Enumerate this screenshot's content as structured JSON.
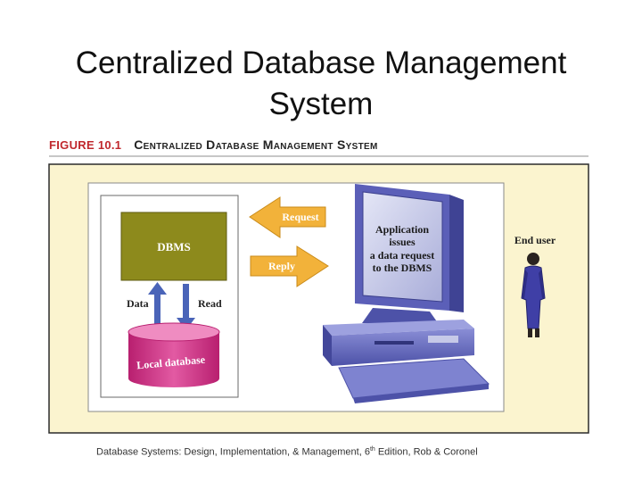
{
  "slide": {
    "title": "Centralized Database Management System"
  },
  "figure": {
    "number": "FIGURE 10.1",
    "title": "Centralized Database Management System"
  },
  "diagram": {
    "dbms_label": "DBMS",
    "data_label": "Data",
    "read_label": "Read",
    "local_db_label": "Local database",
    "request_label": "Request",
    "reply_label": "Reply",
    "screen_lines": [
      "Application",
      "issues",
      "a data request",
      "to the DBMS"
    ],
    "end_user_label": "End user"
  },
  "colors": {
    "panel_bg": "#fbf4cf",
    "panel_border": "#2b2b2b",
    "dbms_fill": "#8d8a1c",
    "database_fill": "#d63c8f",
    "arrow_fill": "#f2b23a",
    "arrow_label": "#ffffff",
    "computer_fill": "#6f74c9",
    "screen_fill": "#c6c9e8",
    "fig_number": "#c0282d"
  },
  "footer": {
    "pre": "Database Systems: Design, Implementation, & Management, 6",
    "sup": "th",
    "post": " Edition, Rob & Coronel"
  }
}
